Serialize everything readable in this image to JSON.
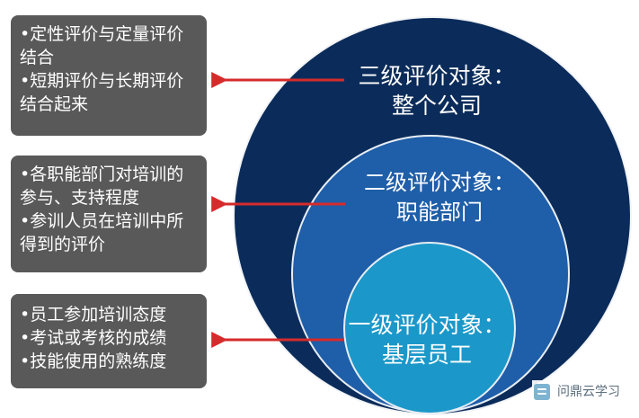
{
  "diagram": {
    "levels": [
      {
        "title_line1": "三级评价对象：",
        "title_line2": "整个公司",
        "fill": "#0b2c5a",
        "points": [
          "•定性评价与定量评价结合",
          "•短期评价与长期评价结合起来"
        ]
      },
      {
        "title_line1": "二级评价对象：",
        "title_line2": "职能部门",
        "fill": "#1f5ea8",
        "points": [
          "•各职能部门对培训的参与、支持程度",
          "•参训人员在培训中所得到的评价"
        ]
      },
      {
        "title_line1": "一级评价对象：",
        "title_line2": "基层员工",
        "fill": "#1b98c9",
        "points": [
          "•员工参加培训态度",
          "•考试或考核的成绩",
          "•技能使用的熟练度"
        ]
      }
    ],
    "box_color": "#595959",
    "arrow_color": "#d62b2b"
  },
  "watermark": {
    "text": "问鼎云学习",
    "icon": "document-icon"
  }
}
